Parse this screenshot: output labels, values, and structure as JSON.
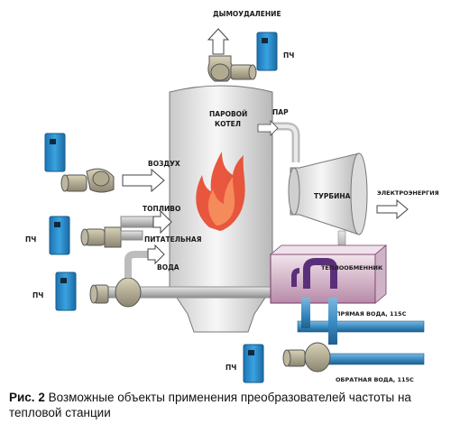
{
  "labels": {
    "smoke": "ДЫМОУДАЛЕНИЕ",
    "pch": "ПЧ",
    "boiler_line1": "ПАРОВОЙ",
    "boiler_line2": "КОТЕЛ",
    "steam": "ПАР",
    "air": "ВОЗДУХ",
    "fuel": "ТОПЛИВО",
    "feed_line1": "ПИТАТЕЛЬНАЯ",
    "feed_line2": "ВОДА",
    "turbine": "ТУРБИНА",
    "electricity": "ЭЛЕКТРОЭНЕРГИЯ",
    "heat_exchanger": "ТЕПЛООБМЕННИК",
    "supply_water": "ПРЯМАЯ ВОДА, 115С",
    "return_water": "ОБРАТНАЯ ВОДА, 115С"
  },
  "caption": {
    "number": "Рис. 2",
    "text": "Возможные объекты применения преобразователей частоты на тепловой станции"
  },
  "colors": {
    "device_blue": "#2a8fd0",
    "pipe_blue": "#3a8ec4",
    "flame_red": "#e8462a",
    "exchanger_purple": "#7a3a6a"
  }
}
